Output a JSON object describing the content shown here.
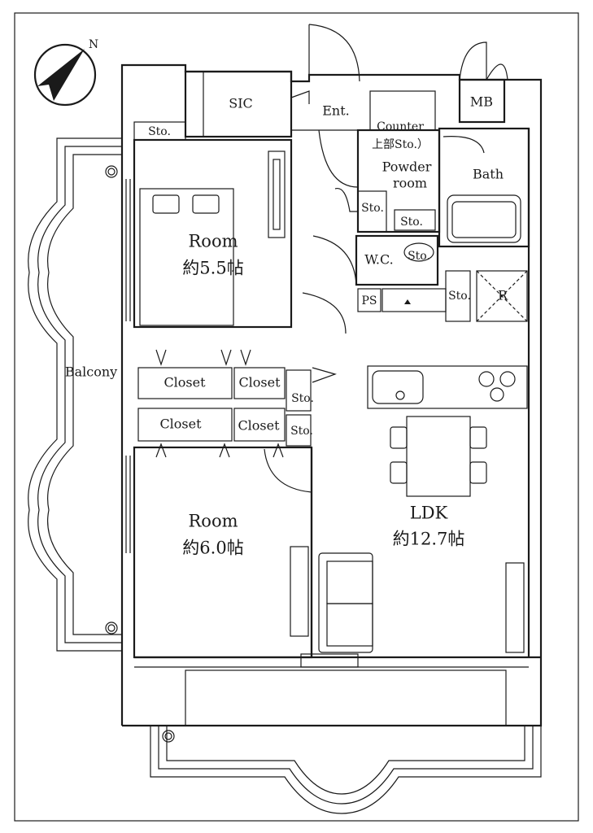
{
  "compass": {
    "label": "N",
    "icon": "north-arrow-icon"
  },
  "rooms": {
    "room_north": {
      "name": "Room",
      "size": "約5.5帖"
    },
    "room_south": {
      "name": "Room",
      "size": "約6.0帖"
    },
    "ldk": {
      "name": "LDK",
      "size": "約12.7帖"
    }
  },
  "labels": {
    "balcony": "Balcony",
    "sic": "SIC",
    "entrance": "Ent.",
    "counter_line1": "Counter",
    "counter_line2": "上部Sto.）",
    "powder_line1": "Powder",
    "powder_line2": "room",
    "bath": "Bath",
    "mb": "MB",
    "wc": "W.C.",
    "ps": "PS",
    "refrigerator": "R",
    "closet": "Closet",
    "storage": "Sto."
  },
  "colors": {
    "line": "#1a1a1a",
    "background": "#ffffff"
  }
}
